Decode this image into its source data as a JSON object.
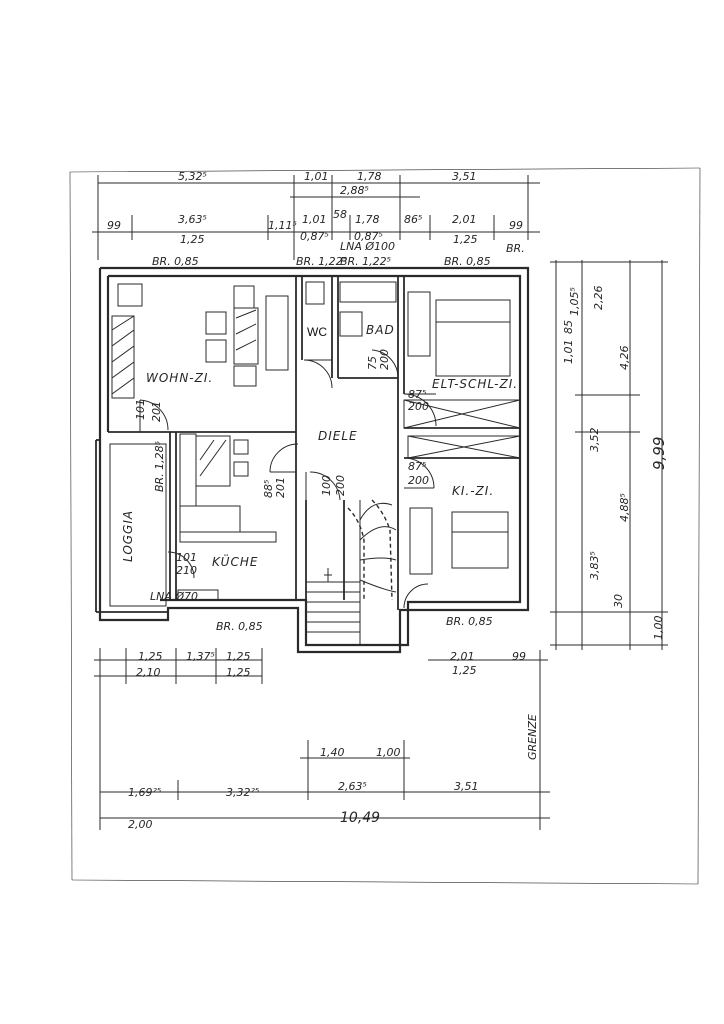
{
  "rooms": {
    "wohn": "WOHN-ZI.",
    "bad": "BAD",
    "wc": "WC",
    "elt": "ELT-SCHL-ZI.",
    "diele": "DIELE",
    "ki": "KI.-ZI.",
    "kueche": "KÜCHE",
    "loggia": "LOGGIA",
    "grenze": "GRENZE"
  },
  "windows": {
    "w1": "BR. 0,85",
    "w2": "BR. 1,22⁵",
    "w3": "BR. 1,22⁵",
    "w4": "BR. 0,85",
    "w5": "BR. 0,85",
    "w6": "BR. 0,85",
    "br1": "BR. 1,28⁵",
    "br_small": "BR.",
    "lna1": "LNA Ø100",
    "lna2": "LNA Ø70"
  },
  "dims_top1": [
    "5,32⁵",
    "1,01",
    "1,78",
    "3,51"
  ],
  "dims_top2": [
    "2,88⁵"
  ],
  "dims_top3": [
    "99",
    "3,63⁵",
    "1,11⁵",
    "1,01",
    "58",
    "1,78",
    "86⁵",
    "2,01",
    "99"
  ],
  "dims_top4": [
    "1,25",
    "0,87⁵",
    "0,87⁵",
    "1,25"
  ],
  "dims_bottom_left": [
    "1,25",
    "1,37⁵",
    "1,25"
  ],
  "dims_bottom_left2": [
    "2,10",
    "1,25"
  ],
  "dims_bottom_right": [
    "2,01",
    "99",
    "1,25"
  ],
  "dims_bottom_mid": [
    "1,40",
    "1,00",
    "2,63⁵",
    "3,51",
    "3,32²⁵",
    "1,69²⁵"
  ],
  "dims_total": [
    "2,00",
    "10,49"
  ],
  "dims_right": [
    "2,26",
    "1,05⁵",
    "4,26",
    "3,52",
    "9,99",
    "4,88⁵",
    "3,83⁵",
    "1,00",
    "1,01",
    "85",
    "30"
  ],
  "doors": [
    "101",
    "201",
    "87⁵",
    "200",
    "87⁵",
    "200",
    "100",
    "200",
    "101",
    "210",
    "75",
    "200",
    "88⁵",
    "201"
  ]
}
